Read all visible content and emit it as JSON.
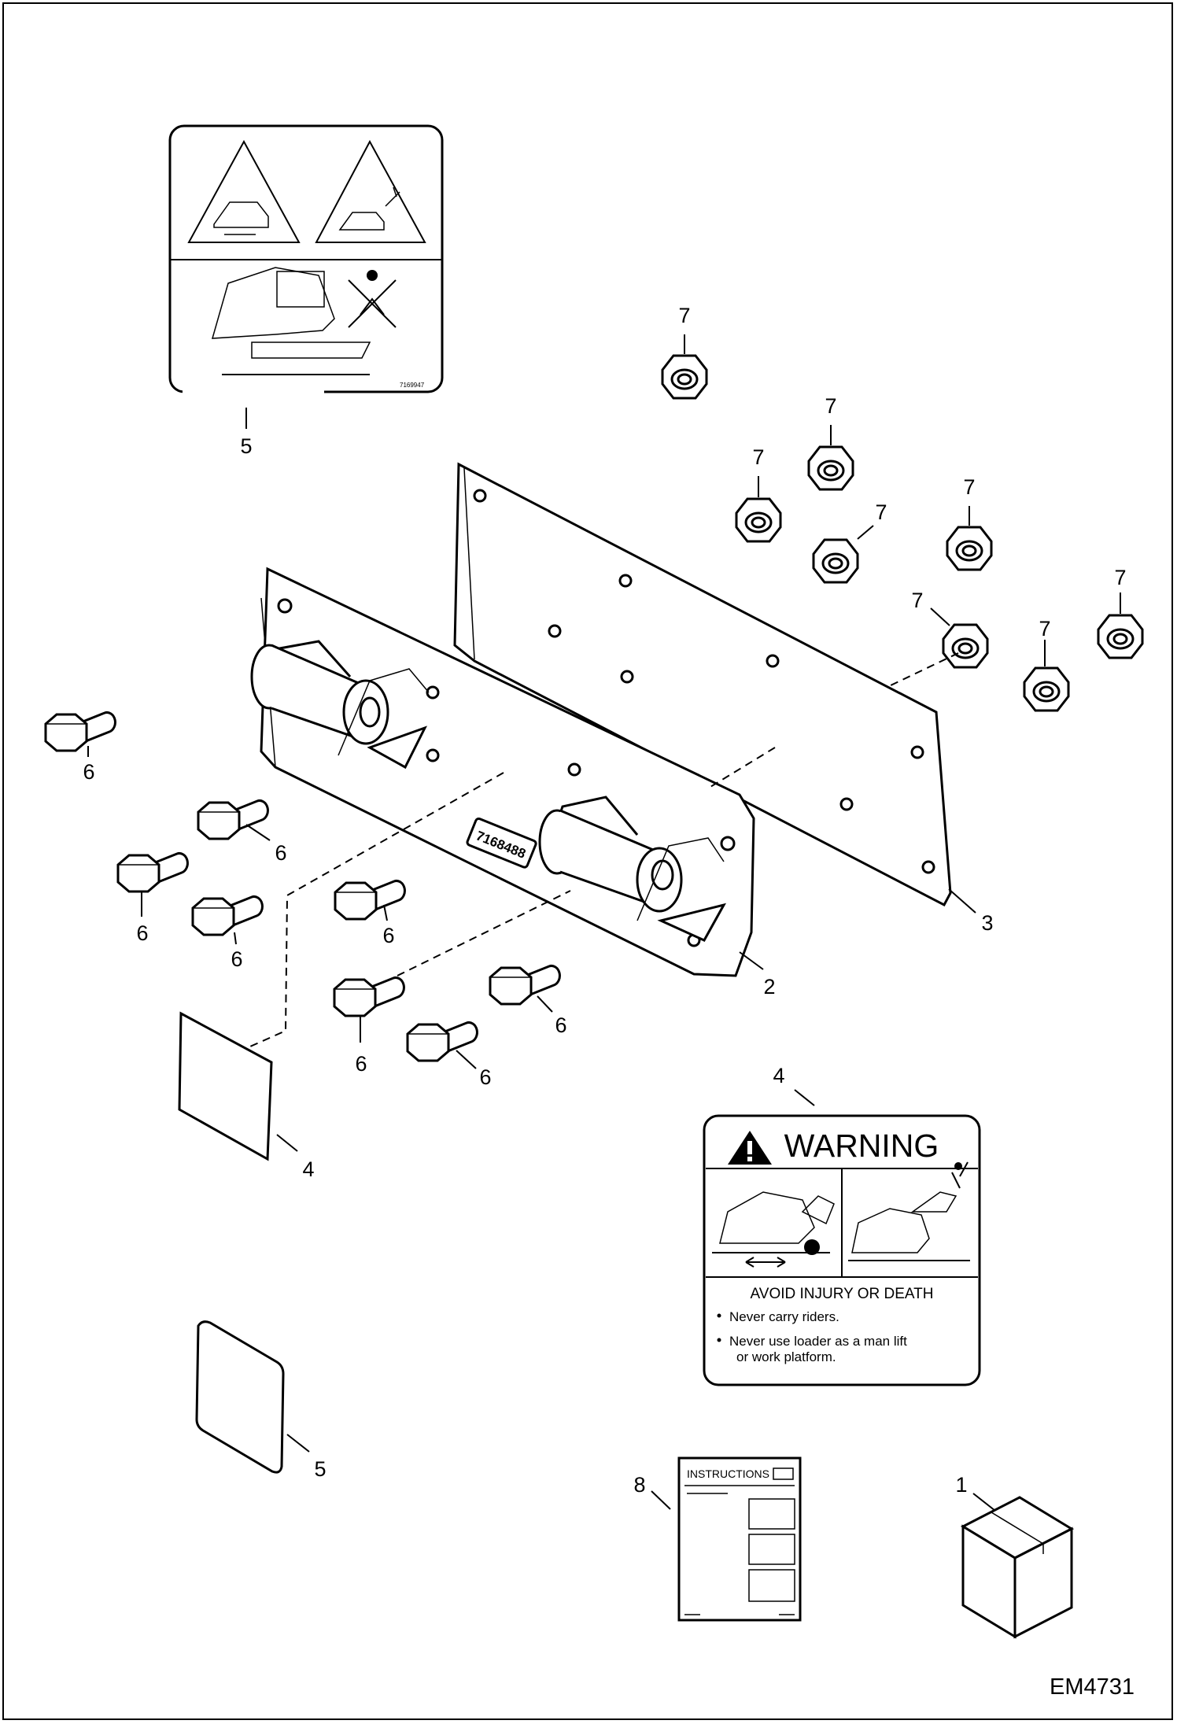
{
  "drawing_id": "EM4731",
  "callouts": {
    "kit_box": "1",
    "mounting_plate": "2",
    "backing_plate": "3",
    "decal_warning_label": "4",
    "decal_warning_installed": "4",
    "decal_pictorial_label": "5",
    "decal_pictorial_installed": "5",
    "bolt": "6",
    "nut": "7",
    "instructions": "8"
  },
  "plate_stamp": "7168488",
  "warning_decal": {
    "header": "WARNING",
    "subheader": "AVOID INJURY OR DEATH",
    "bullets": [
      "Never carry riders.",
      "Never use loader as a man lift",
      "or work platform."
    ]
  },
  "pictorial_decal": {
    "part_number": "7169947"
  },
  "instructions_sheet": {
    "title": "INSTRUCTIONS"
  }
}
